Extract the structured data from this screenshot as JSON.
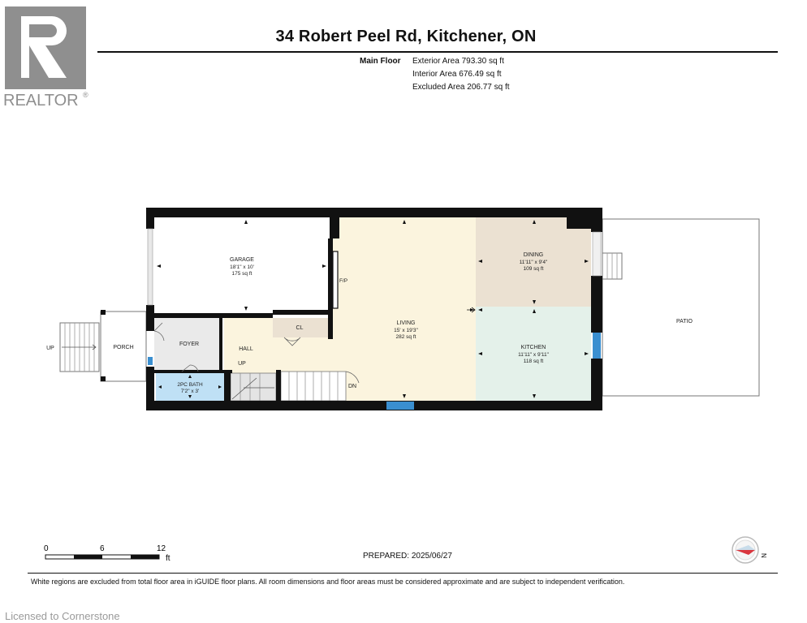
{
  "logo": {
    "text": "REALTOR",
    "mark": "®"
  },
  "title": "34 Robert Peel Rd, Kitchener, ON",
  "floor": {
    "label": "Main Floor",
    "exterior_area": "Exterior Area 793.30 sq ft",
    "interior_area": "Interior Area 676.49 sq ft",
    "excluded_area": "Excluded Area 206.77 sq ft"
  },
  "rooms": {
    "garage": {
      "name": "GARAGE",
      "dims": "18'1\" x 10'",
      "area": "175 sq ft"
    },
    "living": {
      "name": "LIVING",
      "dims": "15' x 19'3\"",
      "area": "282 sq ft"
    },
    "dining": {
      "name": "DINING",
      "dims": "11'11\" x 9'4\"",
      "area": "109 sq ft"
    },
    "kitchen": {
      "name": "KITCHEN",
      "dims": "11'11\" x 9'11\"",
      "area": "118 sq ft"
    },
    "bath": {
      "name": "2PC BATH",
      "dims": "7'2\" x 3'"
    },
    "foyer": "FOYER",
    "hall": "HALL",
    "closet": "CL",
    "porch": "PORCH",
    "patio": "PATIO",
    "fireplace": "F/P",
    "up_stairs": "UP",
    "up_hall": "UP",
    "down_stairs": "DN"
  },
  "colors": {
    "wall": "#111111",
    "living": "#fbf4de",
    "dining": "#ebe1d2",
    "kitchen": "#e4f1ea",
    "bath": "#bfe0f5",
    "garage": "#ffffff",
    "foyer": "#eaeaea",
    "window": "#3a8fd0"
  },
  "scale": {
    "t0": "0",
    "t1": "6",
    "t2": "12",
    "unit": "ft"
  },
  "prepared": "PREPARED:  2025/06/27",
  "disclaimer": "White regions are excluded from total floor area in iGUIDE floor plans. All room dimensions and floor areas must be considered approximate and are subject to independent verification.",
  "licensed": "Licensed to Cornerstone",
  "compass_icon": "compass-icon",
  "compass_letter": "N"
}
